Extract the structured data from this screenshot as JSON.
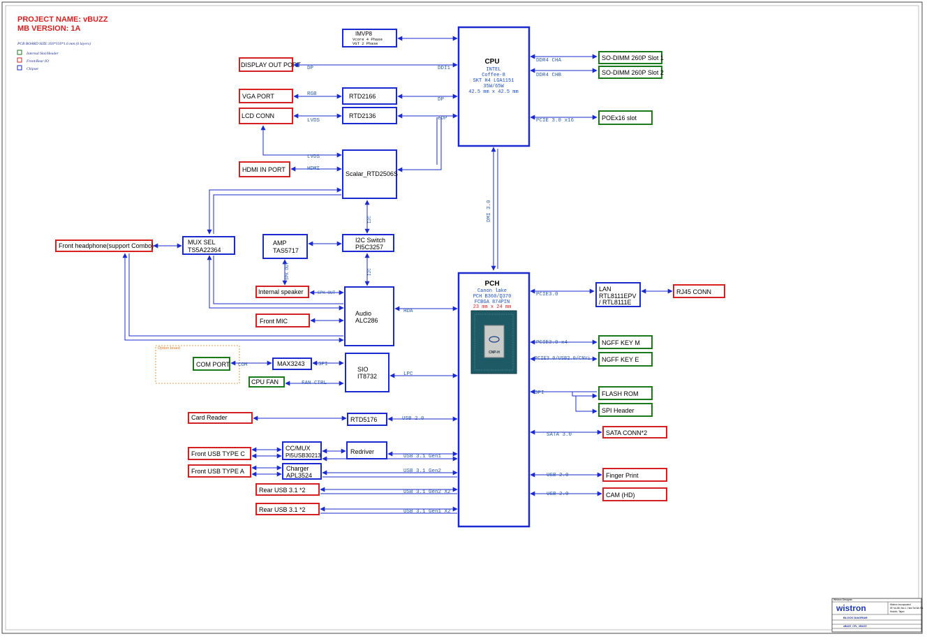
{
  "header": {
    "project_name": "PROJECT NAME: vBUZZ",
    "mb_version": "MB VERSION: 1A",
    "pcb_size": "PCB BOARD SIZE:350*150*1.6 mm (6 layers)"
  },
  "legend": [
    {
      "label": "Internal Slot/Header",
      "color": "#1a7a1a"
    },
    {
      "label": "Front/Rear IO",
      "color": "#d42020"
    },
    {
      "label": "Chipset",
      "color": "#1a2ad0"
    }
  ],
  "colors": {
    "chipset": "#1a2ad0",
    "io": "#d42020",
    "slot": "#1a7a1a",
    "arrow": "#1a2ad0",
    "signal": "#2a5ca8",
    "option": "#e07a20"
  },
  "blocks": {
    "cpu": {
      "title": "CPU",
      "lines": [
        "INTEL",
        "Coffee-8",
        "SKT H4 LGA1151",
        "35W/65W",
        "42.5 mm x 42.5 mm"
      ]
    },
    "pch": {
      "title": "PCH",
      "lines": [
        "Canon lake",
        "PCH B360/Q370",
        "FCBGA 874PIN"
      ],
      "size": "23 mm x 24 mm",
      "chip_text": "CNP-H"
    },
    "imvp8": {
      "title": "IMVP8",
      "lines": [
        "Vcore 4 Phase",
        "VGT 2 Phase"
      ]
    },
    "rtd2166": "RTD2166",
    "rtd2136": "RTD2136",
    "scalar": "Scalar_RTD2506S",
    "i2c_switch": [
      "I2C Switch",
      "PI5C3257"
    ],
    "amp": [
      "AMP",
      "TAS5717"
    ],
    "mux_sel": [
      "MUX SEL",
      "TS5A22364"
    ],
    "audio": [
      "Audio",
      "ALC286"
    ],
    "sio": [
      "SIO",
      "IT8732"
    ],
    "max3243": "MAX3243",
    "rtd5176": "RTD5176",
    "redriver": "Redriver",
    "cc_mux": [
      "CC/MUX",
      "PI5USB30213"
    ],
    "charger": [
      "Charger",
      "APL3524"
    ],
    "lan": [
      "LAN",
      "RTL8111EPV",
      "/ RTL8111E"
    ]
  },
  "io_ports": {
    "display_out": "DISPLAY OUT PORT",
    "vga": "VGA PORT",
    "lcd": "LCD CONN",
    "hdmi_in": "HDMI IN PORT",
    "front_headphone": "Front headphone(support Combo)",
    "internal_speaker": "Internal speaker",
    "front_mic": "Front MIC",
    "card_reader": "Card Reader",
    "front_usb_c": "Front USB TYPE C",
    "front_usb_a": "Front USB TYPE A",
    "rear_usb_1": "Rear USB 3.1 *2",
    "rear_usb_2": "Rear USB 3.1 *2",
    "rj45": "RJ45 CONN",
    "sata": "SATA CONN*2",
    "finger": "Finger Print",
    "cam": "CAM (HD)"
  },
  "slots": {
    "dimm1": "SO-DIMM 260P Slot 1",
    "dimm2": "SO-DIMM 260P Slot 2",
    "poe": "POEx16 slot",
    "com": "COM PORT",
    "cpu_fan": "CPU FAN",
    "ngff_m": "NGFF KEY M",
    "ngff_e": "NGFF KEY E",
    "flash": "FLASH ROM",
    "spi_header": "SPI Header"
  },
  "signals": {
    "dp1": "DP",
    "ddi1": "DDI1",
    "rgb": "RGB",
    "dp2": "DP",
    "lvds1": "LVDS",
    "edp": "eDP",
    "lvds2": "LVDS",
    "hdmi": "HDMI",
    "ddr4a": "DDR4 CHA",
    "ddr4b": "DDR4 CHB",
    "pcie16": "PCIE 3.0 x16",
    "dmi": "DMI 3.0",
    "i2c_link": "I2C",
    "i2c_link2": "I2C",
    "spk_amp": "SPK OUT",
    "spk_out": "SPK OUT",
    "hda": "HDA",
    "com": "COM",
    "spi_sio": "SPI",
    "fan_ctrl": "FAN CTRL",
    "lpc": "LPC",
    "usb20_card": "USB 2.0",
    "usb31_gen1a": "USB 3.1 Gen1",
    "usb31_gen1b": "USB 3.1 Gen1",
    "usb31_gen2": "USB 3.1 Gen2",
    "usb31_gen2x2": "USB 3.1 Gen2 X2",
    "usb31_gen1x2": "USB 3.1 Gen1 X2",
    "pcie_lan": "PCIE3.0",
    "pcie_x4": "PCIE3.0 x4",
    "pcie_usb": "PCIE3.0/USB2.0/CNVi",
    "spi": "SPI",
    "sata": "SATA 3.0",
    "usb_finger": "USB 2.0",
    "usb_cam": "USB 2.0"
  },
  "option_label": "Option board",
  "title_block": {
    "designer": "Wistron Designer",
    "logo": "wistron",
    "company": [
      "Wistron Incorporated",
      "5F, No.88, Sec.1, Hsin Tai Wu Rd.",
      "Hsichih, Taipei"
    ],
    "title_label": "BLOCK DIAGRAM",
    "doc": "vBUZZ_CFL_VBUZZ"
  }
}
